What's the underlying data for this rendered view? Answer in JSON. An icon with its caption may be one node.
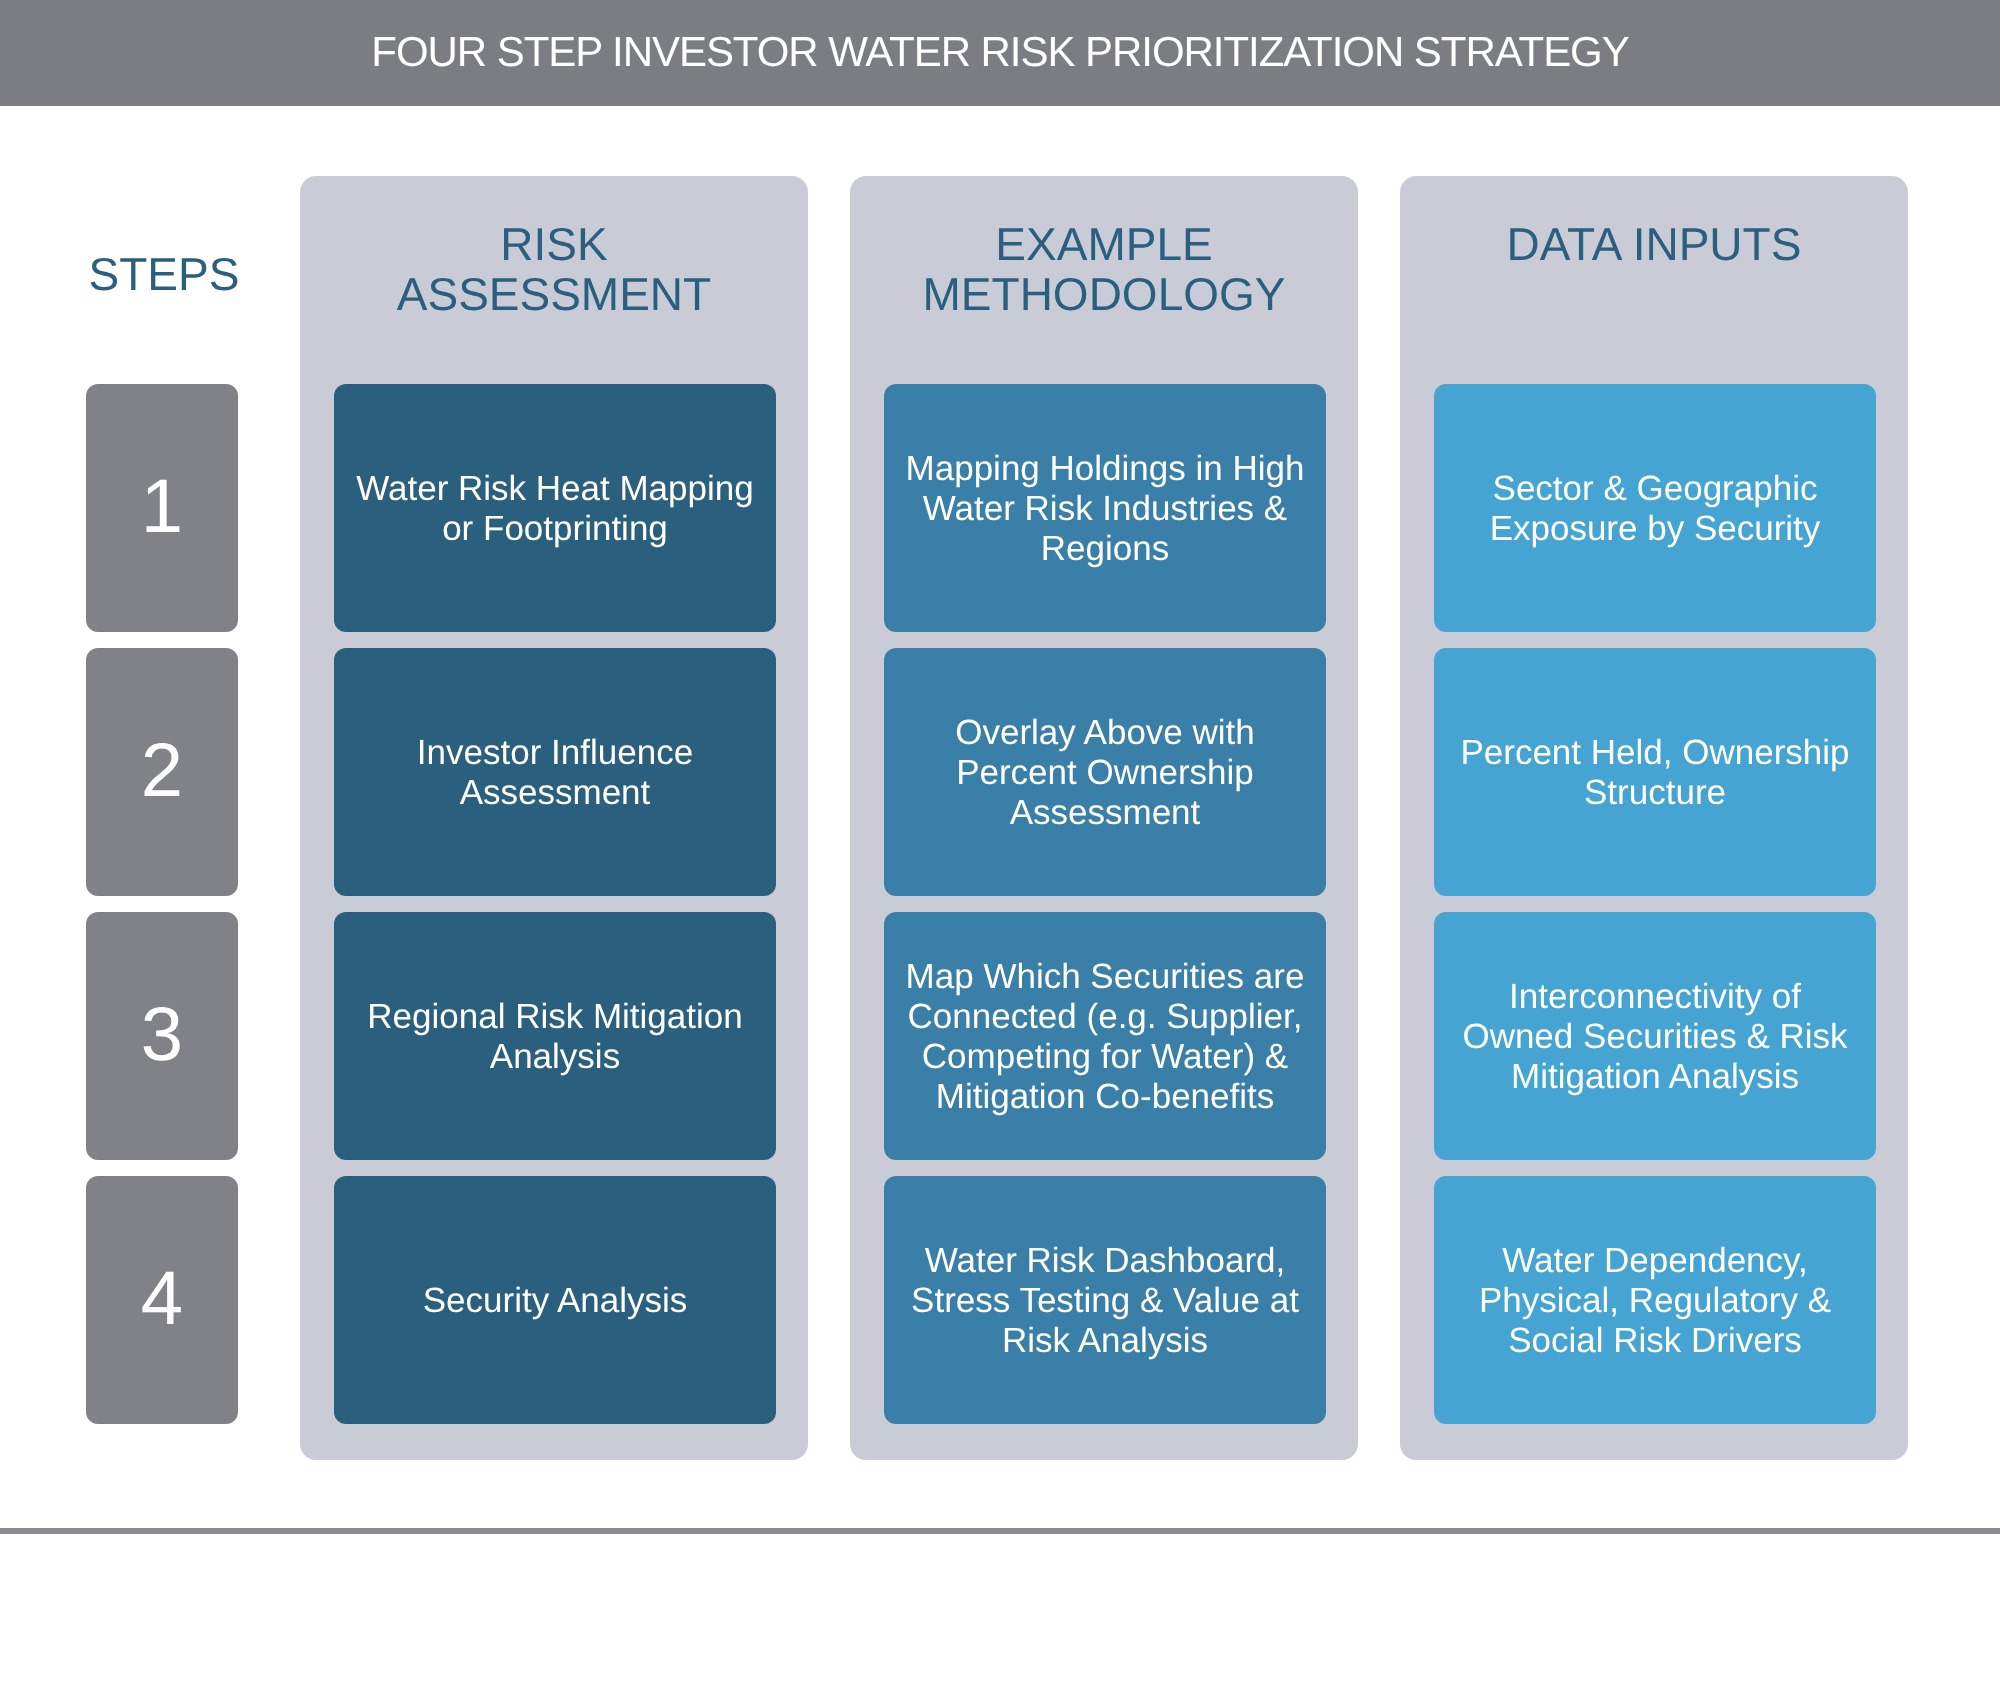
{
  "diagram": {
    "title": "FOUR STEP INVESTOR WATER RISK PRIORITIZATION STRATEGY",
    "nodes": [
      {
        "text": [
          "RISK ASSESSMENT"
        ]
      },
      {
        "text": [
          "Water Risk Heat Mapping or Footprinting"
        ],
        "in": 0
      },
      {
        "text": [
          "Investor Influence Assessment"
        ],
        "in": 0
      },
      {
        "text": [
          "Regional Risk Mitigation Analysis"
        ],
        "in": 0
      },
      {
        "text": [
          "Security Analysis"
        ],
        "in": 0
      },
      {
        "text": [
          "EXAMPLE METHODOLOGY"
        ]
      },
      {
        "text": [
          "Mapping Holdings in High Water Risk Industries & Regions"
        ],
        "in": 5
      },
      {
        "text": [
          "Overlay Above with Percent Ownership Assessment"
        ],
        "in": 5
      },
      {
        "text": [
          "Map Which Securities are Connected (e.g. Supplier, Competing for Water) & Mitigation Co-benefits"
        ],
        "in": 5
      },
      {
        "text": [
          "Water Risk Dashboard, Stress Testing & Value at Risk Analysis"
        ],
        "in": 5
      },
      {
        "text": [
          "DATA INPUTS"
        ]
      },
      {
        "text": [
          "Sector & Geographic Exposure by Security"
        ],
        "in": 10
      },
      {
        "text": [
          "Percent Held, Ownership Structure"
        ],
        "in": 10
      },
      {
        "text": [
          "Interconnectivity of Owned Securities & Risk Mitigation Analysis"
        ],
        "in": 10
      },
      {
        "text": [
          "Water Dependency, Physical, Regulatory & Social Risk Drivers"
        ],
        "in": 10
      },
      {
        "text": [
          "1"
        ]
      },
      {
        "text": [
          "2"
        ]
      },
      {
        "text": [
          "3"
        ]
      },
      {
        "text": [
          "4"
        ]
      }
    ],
    "labels": [
      "STEPS"
    ]
  }
}
